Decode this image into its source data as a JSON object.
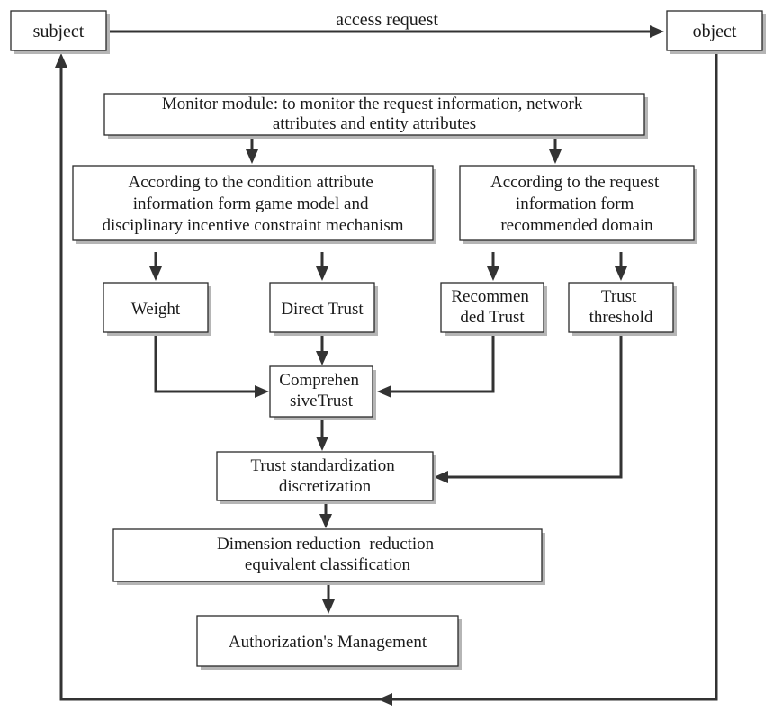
{
  "nodes": {
    "subject": [
      "subject"
    ],
    "object": [
      "object"
    ],
    "monitor": [
      "Monitor module: to monitor the request information, network",
      "attributes and entity attributes"
    ],
    "condition": [
      "According to the condition attribute",
      "information form game model and",
      "disciplinary incentive constraint mechanism"
    ],
    "request": [
      "According to the request",
      "information form",
      "recommended domain"
    ],
    "weight": [
      "Weight"
    ],
    "direct": [
      "Direct Trust"
    ],
    "recommended": [
      "Recommen",
      "ded Trust"
    ],
    "threshold": [
      "Trust",
      "threshold"
    ],
    "comprehensive": [
      "Comprehen",
      "siveTrust"
    ],
    "standardization": [
      "Trust standardization",
      "discretization"
    ],
    "dimension": [
      "Dimension reduction  reduction",
      "equivalent classification"
    ],
    "authorization": [
      "Authorization's Management"
    ]
  },
  "edge_labels": {
    "access_request": "access request"
  },
  "colors": {
    "stroke": "#2a2a2a",
    "shadow": "#b5b5b5",
    "arrow": "#333333"
  }
}
